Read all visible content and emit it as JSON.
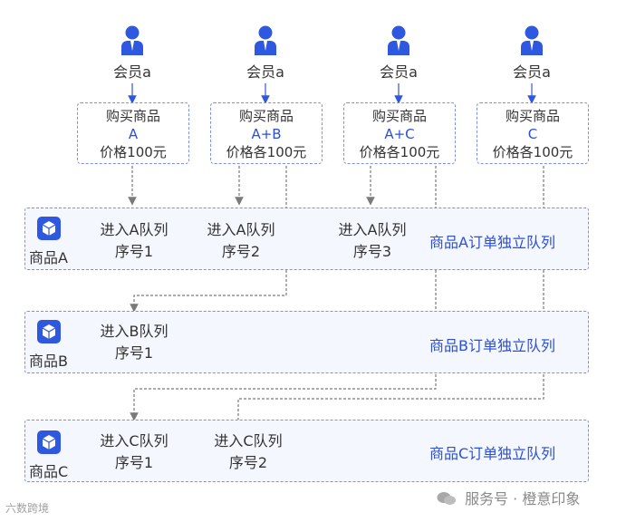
{
  "members": [
    {
      "label": "会员a"
    },
    {
      "label": "会员a"
    },
    {
      "label": "会员a"
    },
    {
      "label": "会员a"
    }
  ],
  "purchases": [
    {
      "line1": "购买商品",
      "line2": "A",
      "line3": "价格100元"
    },
    {
      "line1": "购买商品",
      "line2": "A+B",
      "line3": "价格各100元"
    },
    {
      "line1": "购买商品",
      "line2": "A+C",
      "line3": "价格各100元"
    },
    {
      "line1": "购买商品",
      "line2": "C",
      "line3": "价格各100元"
    }
  ],
  "queues": [
    {
      "product": "商品A",
      "title": "商品A订单独立队列",
      "entries": [
        {
          "line1": "进入A队列",
          "line2": "序号1"
        },
        {
          "line1": "进入A队列",
          "line2": "序号2"
        },
        {
          "line1": "进入A队列",
          "line2": "序号3"
        }
      ]
    },
    {
      "product": "商品B",
      "title": "商品B订单独立队列",
      "entries": [
        {
          "line1": "进入B队列",
          "line2": "序号1"
        }
      ]
    },
    {
      "product": "商品C",
      "title": "商品C订单独立队列",
      "entries": [
        {
          "line1": "进入C队列",
          "line2": "序号1"
        },
        {
          "line1": "进入C队列",
          "line2": "序号2"
        }
      ]
    }
  ],
  "footer": {
    "left": "六数跨境",
    "right": "服务号 · 橙意印象"
  },
  "colors": {
    "accent": "#2b4fd8",
    "border": "#7b8fe6",
    "queue_bg": "#f4f7fd",
    "connector": "#8a8a8a"
  }
}
